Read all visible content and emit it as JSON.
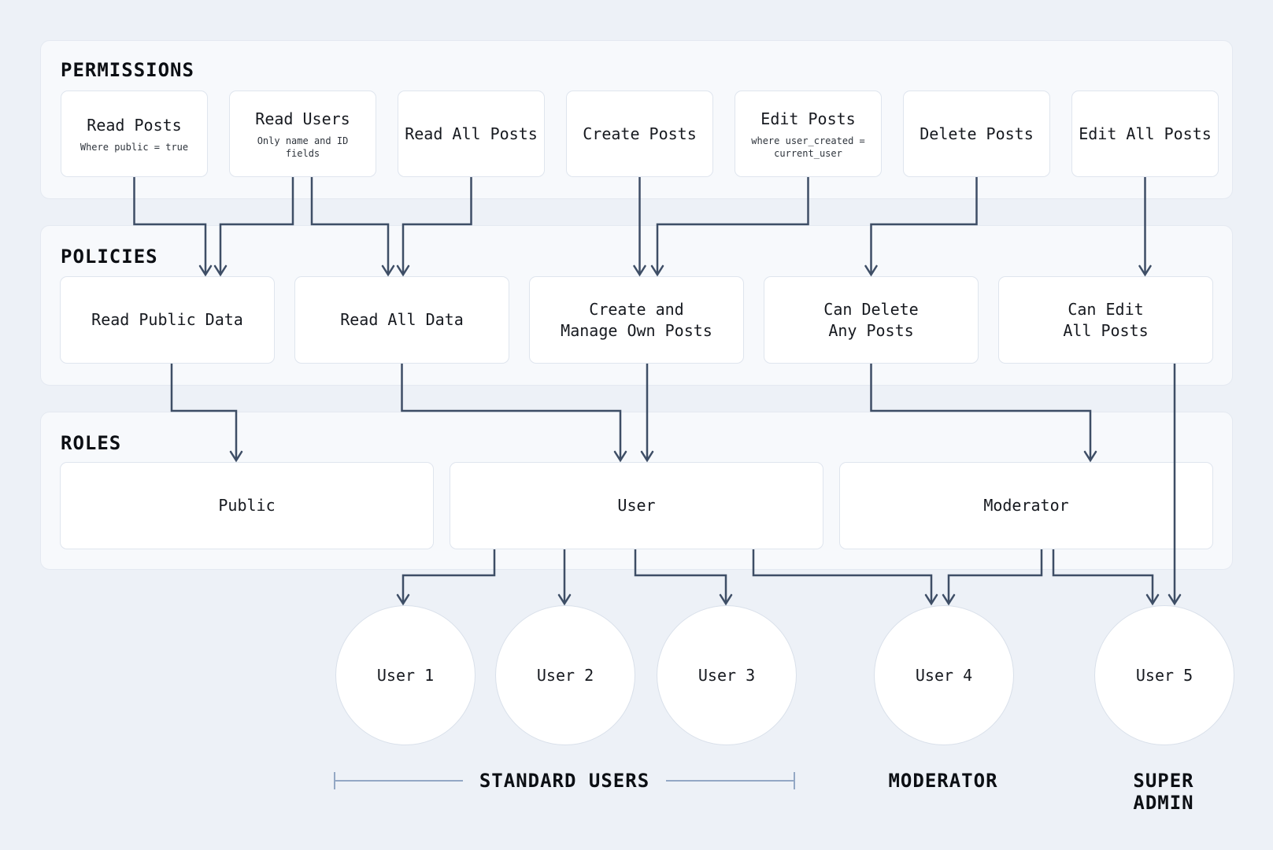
{
  "sections": {
    "permissions": {
      "title": "PERMISSIONS",
      "items": [
        {
          "label": "Read Posts",
          "note": "Where public = true"
        },
        {
          "label": "Read Users",
          "note": "Only name and ID fields"
        },
        {
          "label": "Read All Posts"
        },
        {
          "label": "Create Posts"
        },
        {
          "label": "Edit Posts",
          "note": "where user_created = current_user"
        },
        {
          "label": "Delete Posts"
        },
        {
          "label": "Edit All Posts"
        }
      ]
    },
    "policies": {
      "title": "POLICIES",
      "items": [
        {
          "line1": "Read Public Data",
          "line2": ""
        },
        {
          "line1": "Read All Data",
          "line2": ""
        },
        {
          "line1": "Create and",
          "line2": "Manage Own Posts"
        },
        {
          "line1": "Can Delete",
          "line2": "Any Posts"
        },
        {
          "line1": "Can Edit",
          "line2": "All Posts"
        }
      ]
    },
    "roles": {
      "title": "ROLES",
      "items": [
        {
          "label": "Public"
        },
        {
          "label": "User"
        },
        {
          "label": "Moderator"
        }
      ]
    }
  },
  "users": [
    {
      "label": "User 1"
    },
    {
      "label": "User 2"
    },
    {
      "label": "User 3"
    },
    {
      "label": "User 4"
    },
    {
      "label": "User 5"
    }
  ],
  "group_labels": [
    {
      "label": "STANDARD USERS"
    },
    {
      "label": "MODERATOR"
    },
    {
      "label": "SUPER ADMIN"
    }
  ],
  "edges": [
    {
      "from": "Read Posts",
      "to": "Read Public Data"
    },
    {
      "from": "Read Users",
      "to": "Read Public Data"
    },
    {
      "from": "Read Users",
      "to": "Read All Data"
    },
    {
      "from": "Read All Posts",
      "to": "Read All Data"
    },
    {
      "from": "Create Posts",
      "to": "Create and Manage Own Posts"
    },
    {
      "from": "Edit Posts",
      "to": "Create and Manage Own Posts"
    },
    {
      "from": "Delete Posts",
      "to": "Can Delete Any Posts"
    },
    {
      "from": "Edit All Posts",
      "to": "Can Edit All Posts"
    },
    {
      "from": "Read Public Data",
      "to": "Public"
    },
    {
      "from": "Read All Data",
      "to": "User"
    },
    {
      "from": "Create and Manage Own Posts",
      "to": "User"
    },
    {
      "from": "Can Delete Any Posts",
      "to": "Moderator"
    },
    {
      "from": "Can Edit All Posts",
      "to": "User 5"
    },
    {
      "from": "User",
      "to": "User 1"
    },
    {
      "from": "User",
      "to": "User 2"
    },
    {
      "from": "User",
      "to": "User 3"
    },
    {
      "from": "User",
      "to": "User 4"
    },
    {
      "from": "Moderator",
      "to": "User 4"
    },
    {
      "from": "Moderator",
      "to": "User 5"
    }
  ],
  "colors": {
    "background": "#edf1f7",
    "panel": "#f7f9fc",
    "panel_border": "#e4e9f1",
    "node_background": "#ffffff",
    "node_border": "#dfe5ee",
    "edge": "#3e4e66",
    "bracket": "#93a8c5",
    "text": "#14181f"
  }
}
